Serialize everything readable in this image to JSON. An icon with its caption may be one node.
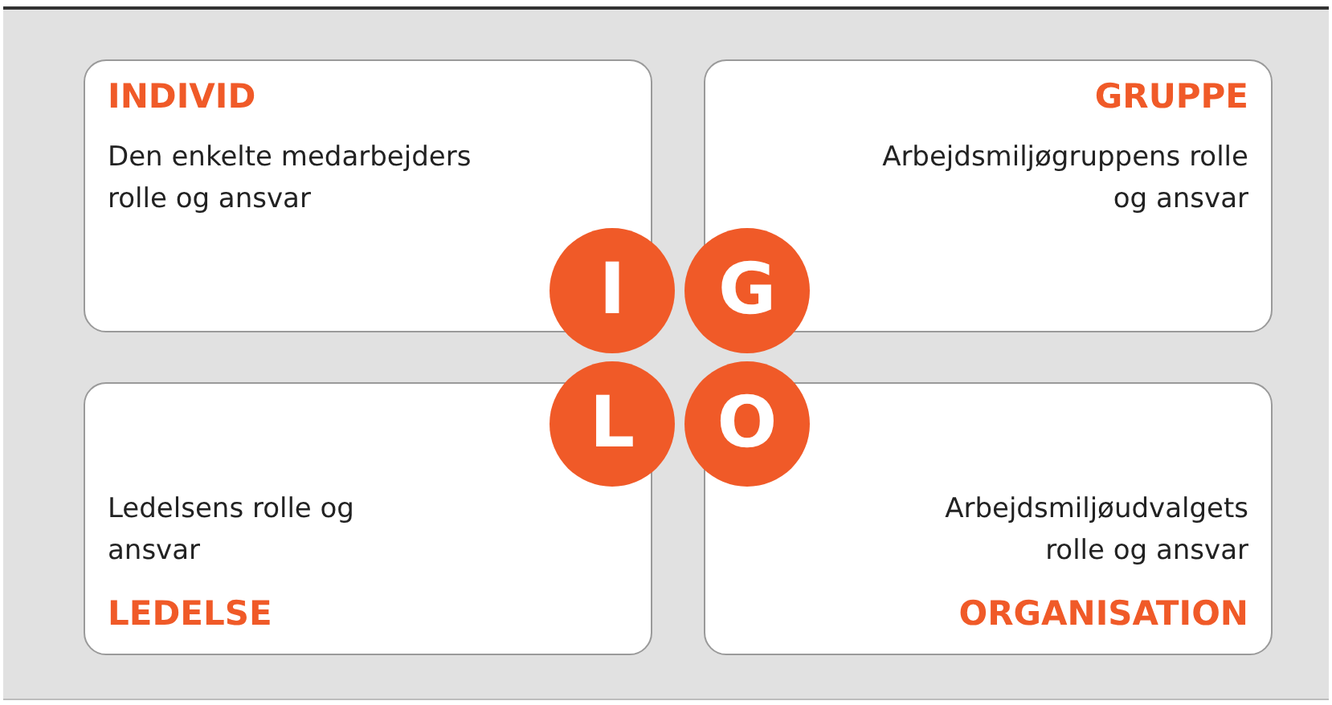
{
  "diagram": {
    "nodes": [
      {
        "text": [
          "INDIVID",
          "Den enkelte medarbejders rolle og ansvar"
        ]
      },
      {
        "text": [
          "GRUPPE",
          "Arbejdsmiljøgruppens rolle og ansvar"
        ]
      },
      {
        "text": [
          "Ledelsens rolle og ansvar",
          "LEDELSE"
        ]
      },
      {
        "text": [
          "Arbejdsmiljøudvalgets rolle og ansvar",
          "ORGANISATION"
        ]
      },
      {
        "text": [
          "I"
        ]
      },
      {
        "text": [
          "G"
        ]
      },
      {
        "text": [
          "L"
        ]
      },
      {
        "text": [
          "O"
        ]
      }
    ]
  }
}
